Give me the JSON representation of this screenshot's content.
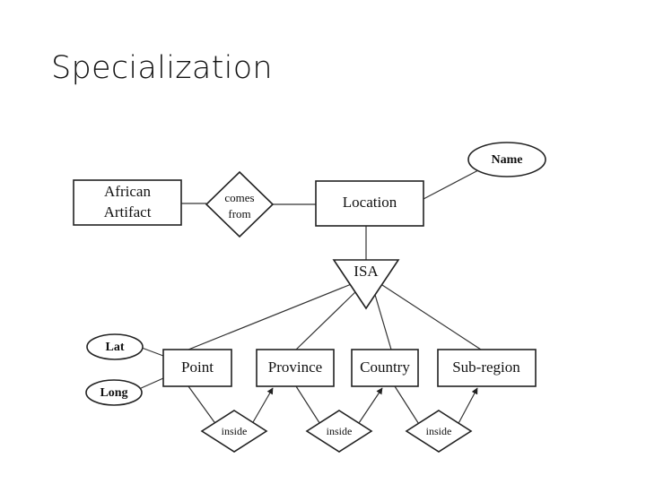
{
  "slide": {
    "title": "Specialization"
  },
  "diagram": {
    "entities": {
      "african_artifact": [
        "African",
        "Artifact"
      ],
      "location": "Location",
      "point": "Point",
      "province": "Province",
      "country": "Country",
      "sub_region": "Sub-region"
    },
    "relationships": {
      "comes_from": [
        "comes",
        "from"
      ],
      "inside_1": "inside",
      "inside_2": "inside",
      "inside_3": "inside"
    },
    "attributes": {
      "name": "Name",
      "lat": "Lat",
      "long": "Long"
    },
    "isa": "ISA"
  }
}
